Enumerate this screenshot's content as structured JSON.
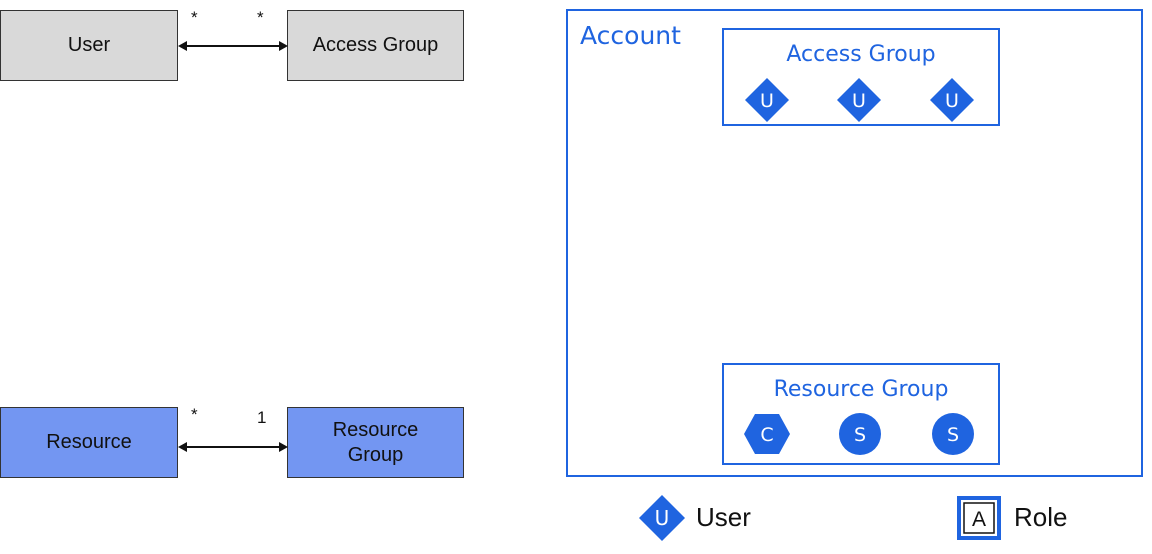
{
  "left": {
    "user_label": "User",
    "access_group_label": "Access Group",
    "user_access_mult_left": "*",
    "user_access_mult_right": "*",
    "resource_label": "Resource",
    "resource_group_label": "Resource Group",
    "resource_group_mult_left": "*",
    "resource_group_mult_right": "1"
  },
  "account": {
    "title": "Account",
    "access_group": {
      "title": "Access Group",
      "members": [
        "U",
        "U",
        "U"
      ]
    },
    "resource_group": {
      "title": "Resource Group",
      "members": [
        "C",
        "S",
        "S"
      ]
    }
  },
  "legend": {
    "user_icon_letter": "U",
    "user_label": "User",
    "role_icon_letter": "A",
    "role_label": "Role"
  },
  "colors": {
    "accent_blue": "#1f64e0",
    "icon_blue": "#1f64e0",
    "user_box": "#d9d9d9",
    "resource_box": "#7396f2"
  }
}
